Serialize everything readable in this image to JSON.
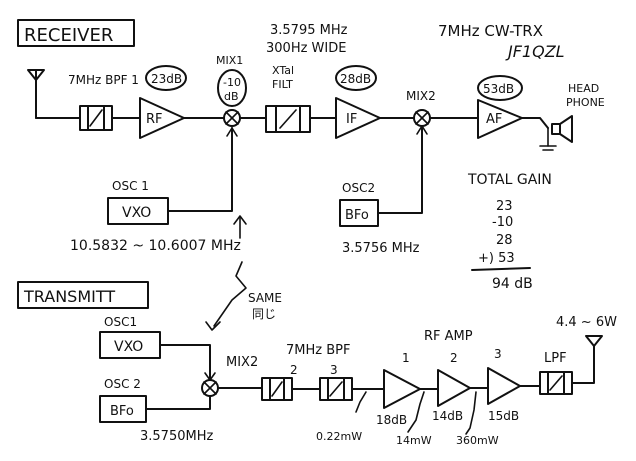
{
  "receiver": {
    "title": "RECEIVER",
    "bpf1": "7MHz BPF 1",
    "rf_label": "RF",
    "rf_gain": "23dB",
    "mix1_label": "MIX1",
    "mix1_gain_a": "-10",
    "mix1_gain_b": "dB",
    "xtal_freq": "3.5795 MHz",
    "xtal_wide": "300Hz WIDE",
    "xtal_label_a": "XTal",
    "xtal_label_b": "FILT",
    "if_label": "IF",
    "if_gain": "28dB",
    "mix2_label": "MIX2",
    "af_label": "AF",
    "af_gain": "53dB",
    "headphone_a": "HEAD",
    "headphone_b": "PHONE",
    "osc1_label": "OSC 1",
    "vxo_label": "VXO",
    "vxo_freq": "10.5832 ~ 10.6007 MHz",
    "osc2_label": "OSC2",
    "bfo_label": "BFo",
    "bfo_freq": "3.5756 MHz",
    "trx_title": "7MHz CW-TRX",
    "trx_model": "JF1QZL"
  },
  "total_gain": {
    "title": "TOTAL GAIN",
    "values": [
      "23",
      "-10",
      "28",
      "+) 53"
    ],
    "total": "94 dB"
  },
  "transmitter": {
    "title": "TRANSMITT",
    "same_a": "SAME",
    "same_b": "同じ",
    "osc1_label": "OSC1",
    "vxo_label": "VXO",
    "osc2_label": "OSC 2",
    "bfo_label": "BFo",
    "bfo_freq": "3.5750MHz",
    "mix2_label": "MIX2",
    "bpf_label": "7MHz BPF",
    "bpf2_num": "2",
    "bpf3_num": "3",
    "rf_amp_label": "RF AMP",
    "amp1_num": "1",
    "amp2_num": "2",
    "amp3_num": "3",
    "amp1_gain": "18dB",
    "amp2_gain": "14dB",
    "amp3_gain": "15dB",
    "lpf_label": "LPF",
    "out_power": "4.4 ~ 6W",
    "level1": "0.22mW",
    "level2": "14mW",
    "level3": "360mW"
  }
}
